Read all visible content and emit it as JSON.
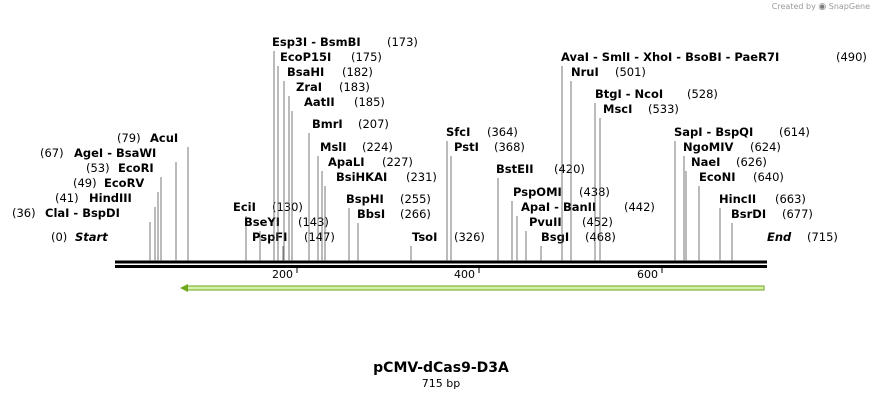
{
  "credit": {
    "prefix": "Created by",
    "brand": "SnapGene"
  },
  "plasmid": {
    "name": "pCMV-dCas9-D3A",
    "length_label": "715 bp"
  },
  "scale": {
    "ticks": [
      "200",
      "400",
      "600"
    ]
  },
  "ends": {
    "start": {
      "pos": "(0)",
      "name": "Start"
    },
    "end": {
      "name": "End",
      "pos": "(715)"
    }
  },
  "enzymes": [
    {
      "name": "ClaI  - BspDI",
      "pos": "(36)"
    },
    {
      "name": "HindIII",
      "pos": "(41)"
    },
    {
      "name": "EcoRV",
      "pos": "(49)"
    },
    {
      "name": "EcoRI",
      "pos": "(53)"
    },
    {
      "name": "AgeI  - BsaWI",
      "pos": "(67)"
    },
    {
      "name": "AcuI",
      "pos": "(79)"
    },
    {
      "name": "EciI",
      "pos": "(130)"
    },
    {
      "name": "BseYI",
      "pos": "(143)"
    },
    {
      "name": "PspFI",
      "pos": "(147)"
    },
    {
      "name": "Esp3I  - BsmBI",
      "pos": "(173)"
    },
    {
      "name": "EcoP15I",
      "pos": "(175)"
    },
    {
      "name": "BsaHI",
      "pos": "(182)"
    },
    {
      "name": "ZraI",
      "pos": "(183)"
    },
    {
      "name": "AatII",
      "pos": "(185)"
    },
    {
      "name": "BmrI",
      "pos": "(207)"
    },
    {
      "name": "MslI",
      "pos": "(224)"
    },
    {
      "name": "ApaLI",
      "pos": "(227)"
    },
    {
      "name": "BsiHKAI",
      "pos": "(231)"
    },
    {
      "name": "BspHI",
      "pos": "(255)"
    },
    {
      "name": "BbsI",
      "pos": "(266)"
    },
    {
      "name": "TsoI",
      "pos": "(326)"
    },
    {
      "name": "SfcI",
      "pos": "(364)"
    },
    {
      "name": "PstI",
      "pos": "(368)"
    },
    {
      "name": "BstEII",
      "pos": "(420)"
    },
    {
      "name": "PspOMI",
      "pos": "(438)"
    },
    {
      "name": "ApaI  - BanII",
      "pos": "(442)"
    },
    {
      "name": "PvuII",
      "pos": "(452)"
    },
    {
      "name": "BsgI",
      "pos": "(468)"
    },
    {
      "name": "AvaI  - SmlI  - XhoI  - BsoBI  - PaeR7I",
      "pos": "(490)"
    },
    {
      "name": "NruI",
      "pos": "(501)"
    },
    {
      "name": "BtgI  - NcoI",
      "pos": "(528)"
    },
    {
      "name": "MscI",
      "pos": "(533)"
    },
    {
      "name": "SapI  - BspQI",
      "pos": "(614)"
    },
    {
      "name": "NgoMIV",
      "pos": "(624)"
    },
    {
      "name": "NaeI",
      "pos": "(626)"
    },
    {
      "name": "EcoNI",
      "pos": "(640)"
    },
    {
      "name": "HincII",
      "pos": "(663)"
    },
    {
      "name": "BsrDI",
      "pos": "(677)"
    }
  ],
  "colors": {
    "feature_fill": "#d8f0a8",
    "feature_stroke": "#6aa81e",
    "line": "#000000"
  }
}
